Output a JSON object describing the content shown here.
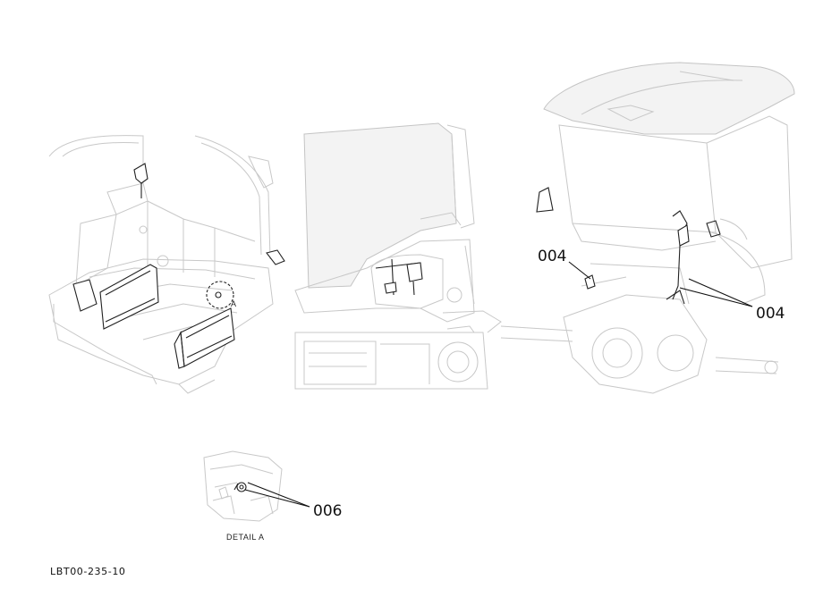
{
  "callouts": {
    "part_004_upper": "004",
    "part_004_lower": "004",
    "part_006": "006"
  },
  "labels": {
    "detail_marker": "A",
    "detail_caption": "DETAIL A",
    "drawing_id": "LBT00-235-10"
  }
}
